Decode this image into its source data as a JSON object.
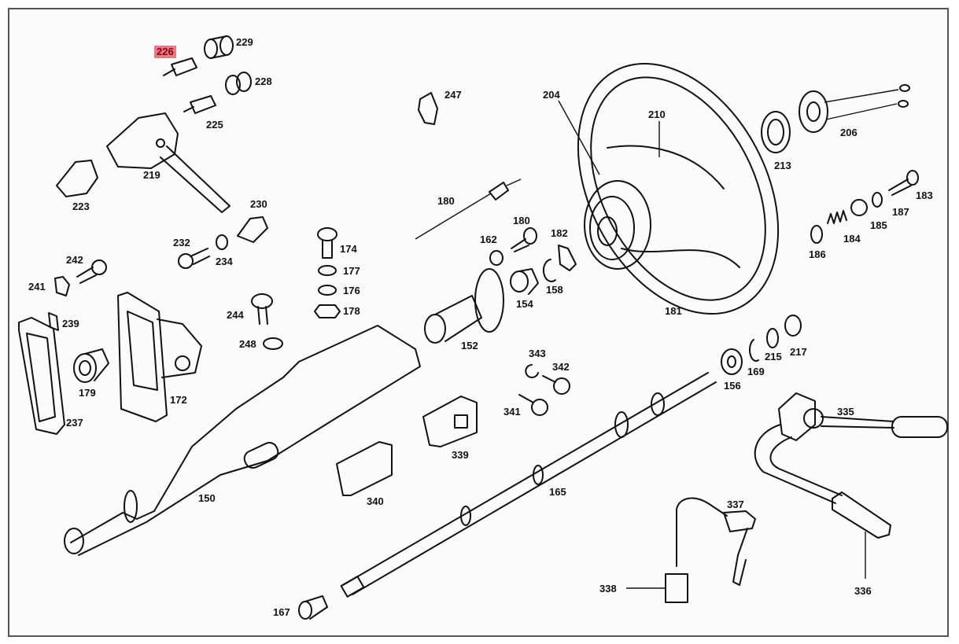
{
  "diagram": {
    "title": "Steering column exploded parts diagram",
    "highlight_color": "#e57b85",
    "highlighted_part": "226",
    "labels": [
      {
        "id": "226",
        "highlighted": true
      },
      {
        "id": "229"
      },
      {
        "id": "228"
      },
      {
        "id": "225"
      },
      {
        "id": "219"
      },
      {
        "id": "223"
      },
      {
        "id": "230"
      },
      {
        "id": "232"
      },
      {
        "id": "234"
      },
      {
        "id": "242"
      },
      {
        "id": "241"
      },
      {
        "id": "239"
      },
      {
        "id": "237"
      },
      {
        "id": "179"
      },
      {
        "id": "172"
      },
      {
        "id": "244"
      },
      {
        "id": "248"
      },
      {
        "id": "174"
      },
      {
        "id": "177"
      },
      {
        "id": "176"
      },
      {
        "id": "178"
      },
      {
        "id": "247"
      },
      {
        "id": "180a"
      },
      {
        "id": "180b"
      },
      {
        "id": "162"
      },
      {
        "id": "182"
      },
      {
        "id": "154"
      },
      {
        "id": "158"
      },
      {
        "id": "152"
      },
      {
        "id": "204"
      },
      {
        "id": "210"
      },
      {
        "id": "181"
      },
      {
        "id": "213"
      },
      {
        "id": "206"
      },
      {
        "id": "183"
      },
      {
        "id": "187"
      },
      {
        "id": "185"
      },
      {
        "id": "184"
      },
      {
        "id": "186"
      },
      {
        "id": "217"
      },
      {
        "id": "215"
      },
      {
        "id": "169"
      },
      {
        "id": "156"
      },
      {
        "id": "343"
      },
      {
        "id": "342"
      },
      {
        "id": "341"
      },
      {
        "id": "339"
      },
      {
        "id": "340"
      },
      {
        "id": "150"
      },
      {
        "id": "165"
      },
      {
        "id": "335"
      },
      {
        "id": "337"
      },
      {
        "id": "336"
      },
      {
        "id": "338"
      },
      {
        "id": "167"
      }
    ],
    "text": {
      "226": "226",
      "229": "229",
      "228": "228",
      "225": "225",
      "219": "219",
      "223": "223",
      "230": "230",
      "232": "232",
      "234": "234",
      "242": "242",
      "241": "241",
      "239": "239",
      "237": "237",
      "179": "179",
      "172": "172",
      "244": "244",
      "248": "248",
      "174": "174",
      "177": "177",
      "176": "176",
      "178": "178",
      "247": "247",
      "180a": "180",
      "180b": "180",
      "162": "162",
      "182": "182",
      "154": "154",
      "158": "158",
      "152": "152",
      "204": "204",
      "210": "210",
      "181": "181",
      "213": "213",
      "206": "206",
      "183": "183",
      "187": "187",
      "185": "185",
      "184": "184",
      "186": "186",
      "217": "217",
      "215": "215",
      "169": "169",
      "156": "156",
      "343": "343",
      "342": "342",
      "341": "341",
      "339": "339",
      "340": "340",
      "150": "150",
      "165": "165",
      "335": "335",
      "337": "337",
      "336": "336",
      "338": "338",
      "167": "167"
    }
  }
}
